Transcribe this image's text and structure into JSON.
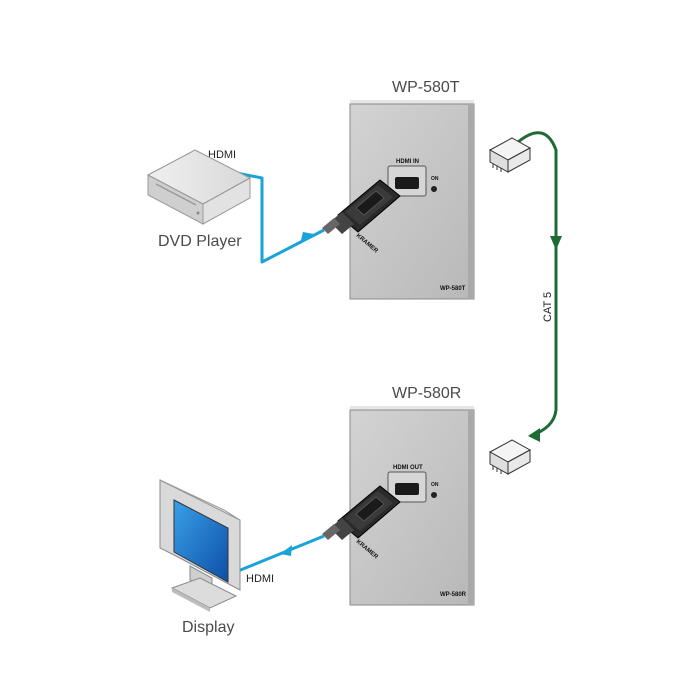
{
  "labels": {
    "transmitter": "WP-580T",
    "receiver": "WP-580R",
    "dvd_player": "DVD Player",
    "display": "Display",
    "hdmi_top": "HDMI",
    "hdmi_bottom": "HDMI",
    "cat5": "CAT 5"
  },
  "transmitter_plate": {
    "port_label": "HDMI IN",
    "led_label": "ON",
    "brand": "KRAMER",
    "model": "WP-580T"
  },
  "receiver_plate": {
    "port_label": "HDMI OUT",
    "led_label": "ON",
    "brand": "KRAMER",
    "model": "WP-580R"
  },
  "colors": {
    "hdmi_cable": "#1aa3d9",
    "cat5_cable": "#1f6b35",
    "plate": "#c4c4c4",
    "plate_edge": "#8a8a8a"
  }
}
